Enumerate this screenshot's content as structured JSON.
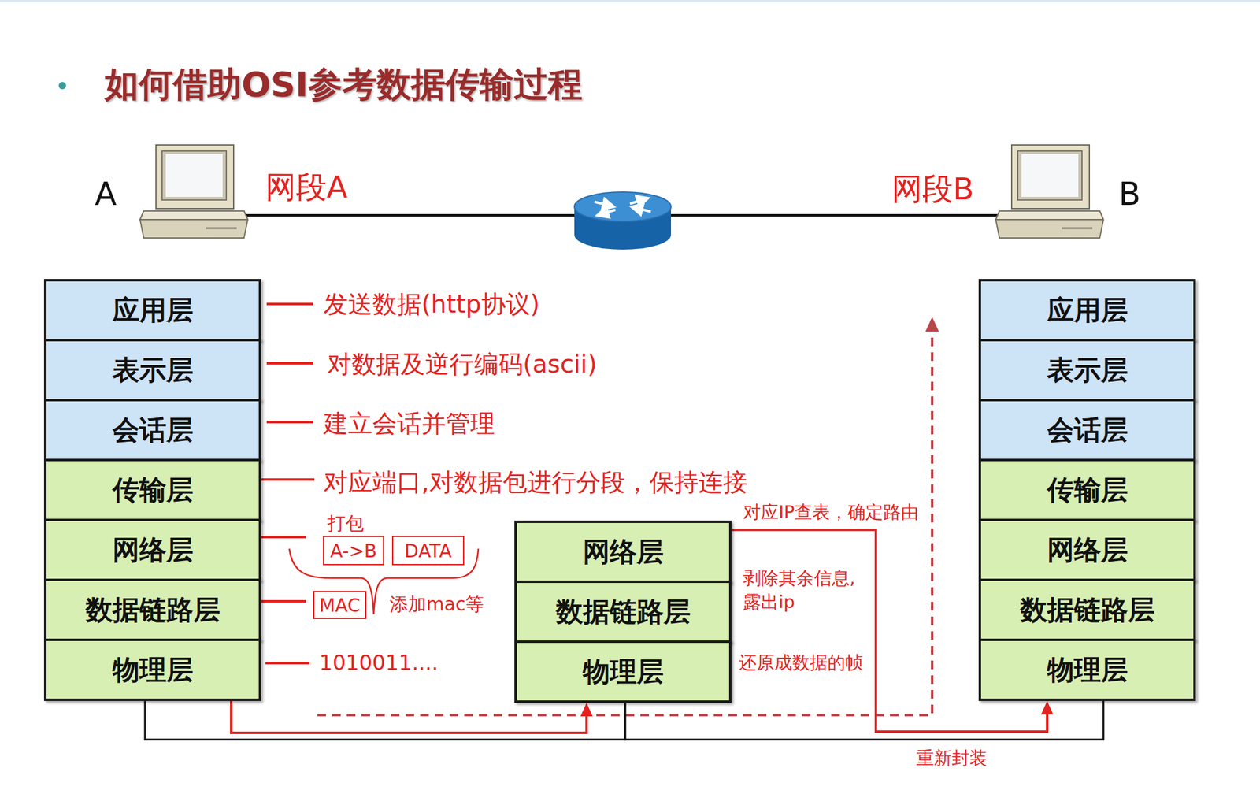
{
  "diagram": {
    "title": "如何借助OSI参考数据传输过程",
    "nodes": [
      {
        "text": [
          "应用层"
        ]
      },
      {
        "text": [
          "表示层"
        ]
      },
      {
        "text": [
          "会话层"
        ]
      },
      {
        "text": [
          "传输层"
        ]
      },
      {
        "text": [
          "网络层"
        ]
      },
      {
        "text": [
          "数据链路层"
        ]
      },
      {
        "text": [
          "物理层"
        ]
      },
      {
        "text": [
          "A->B"
        ]
      },
      {
        "text": [
          "DATA"
        ]
      },
      {
        "text": [
          "MAC"
        ]
      },
      {
        "text": [
          "网络层"
        ]
      },
      {
        "text": [
          "数据链路层"
        ]
      },
      {
        "text": [
          "物理层"
        ]
      },
      {
        "text": [
          "应用层"
        ]
      },
      {
        "text": [
          "表示层"
        ]
      },
      {
        "text": [
          "会话层"
        ]
      },
      {
        "text": [
          "传输层"
        ]
      },
      {
        "text": [
          "网络层"
        ]
      },
      {
        "text": [
          "数据链路层"
        ]
      },
      {
        "text": [
          "物理层"
        ]
      }
    ],
    "edges": [
      {
        "from": 6,
        "to": 12,
        "arrow": "to"
      },
      {
        "from": 12,
        "to": 11,
        "arrow": "to"
      },
      {
        "from": 11,
        "to": 10,
        "arrow": "to"
      },
      {
        "from": 10,
        "to": 19,
        "arrow": "to"
      },
      {
        "from": 6,
        "to": 12,
        "arrow": "none"
      },
      {
        "from": 12,
        "to": 19,
        "arrow": "none"
      }
    ],
    "labels": [
      "A",
      "网段A",
      "网段B",
      "B",
      "发送数据(http协议)",
      "对数据及逆行编码(ascii)",
      "建立会话并管理",
      "对应端口,对数据包进行分段，保持连接",
      "打包",
      "添加mac等",
      "1010011....",
      "对应IP查表，确定路由",
      "剥除其余信息, 露出ip",
      "还原成数据的帧",
      "重新封装"
    ]
  }
}
